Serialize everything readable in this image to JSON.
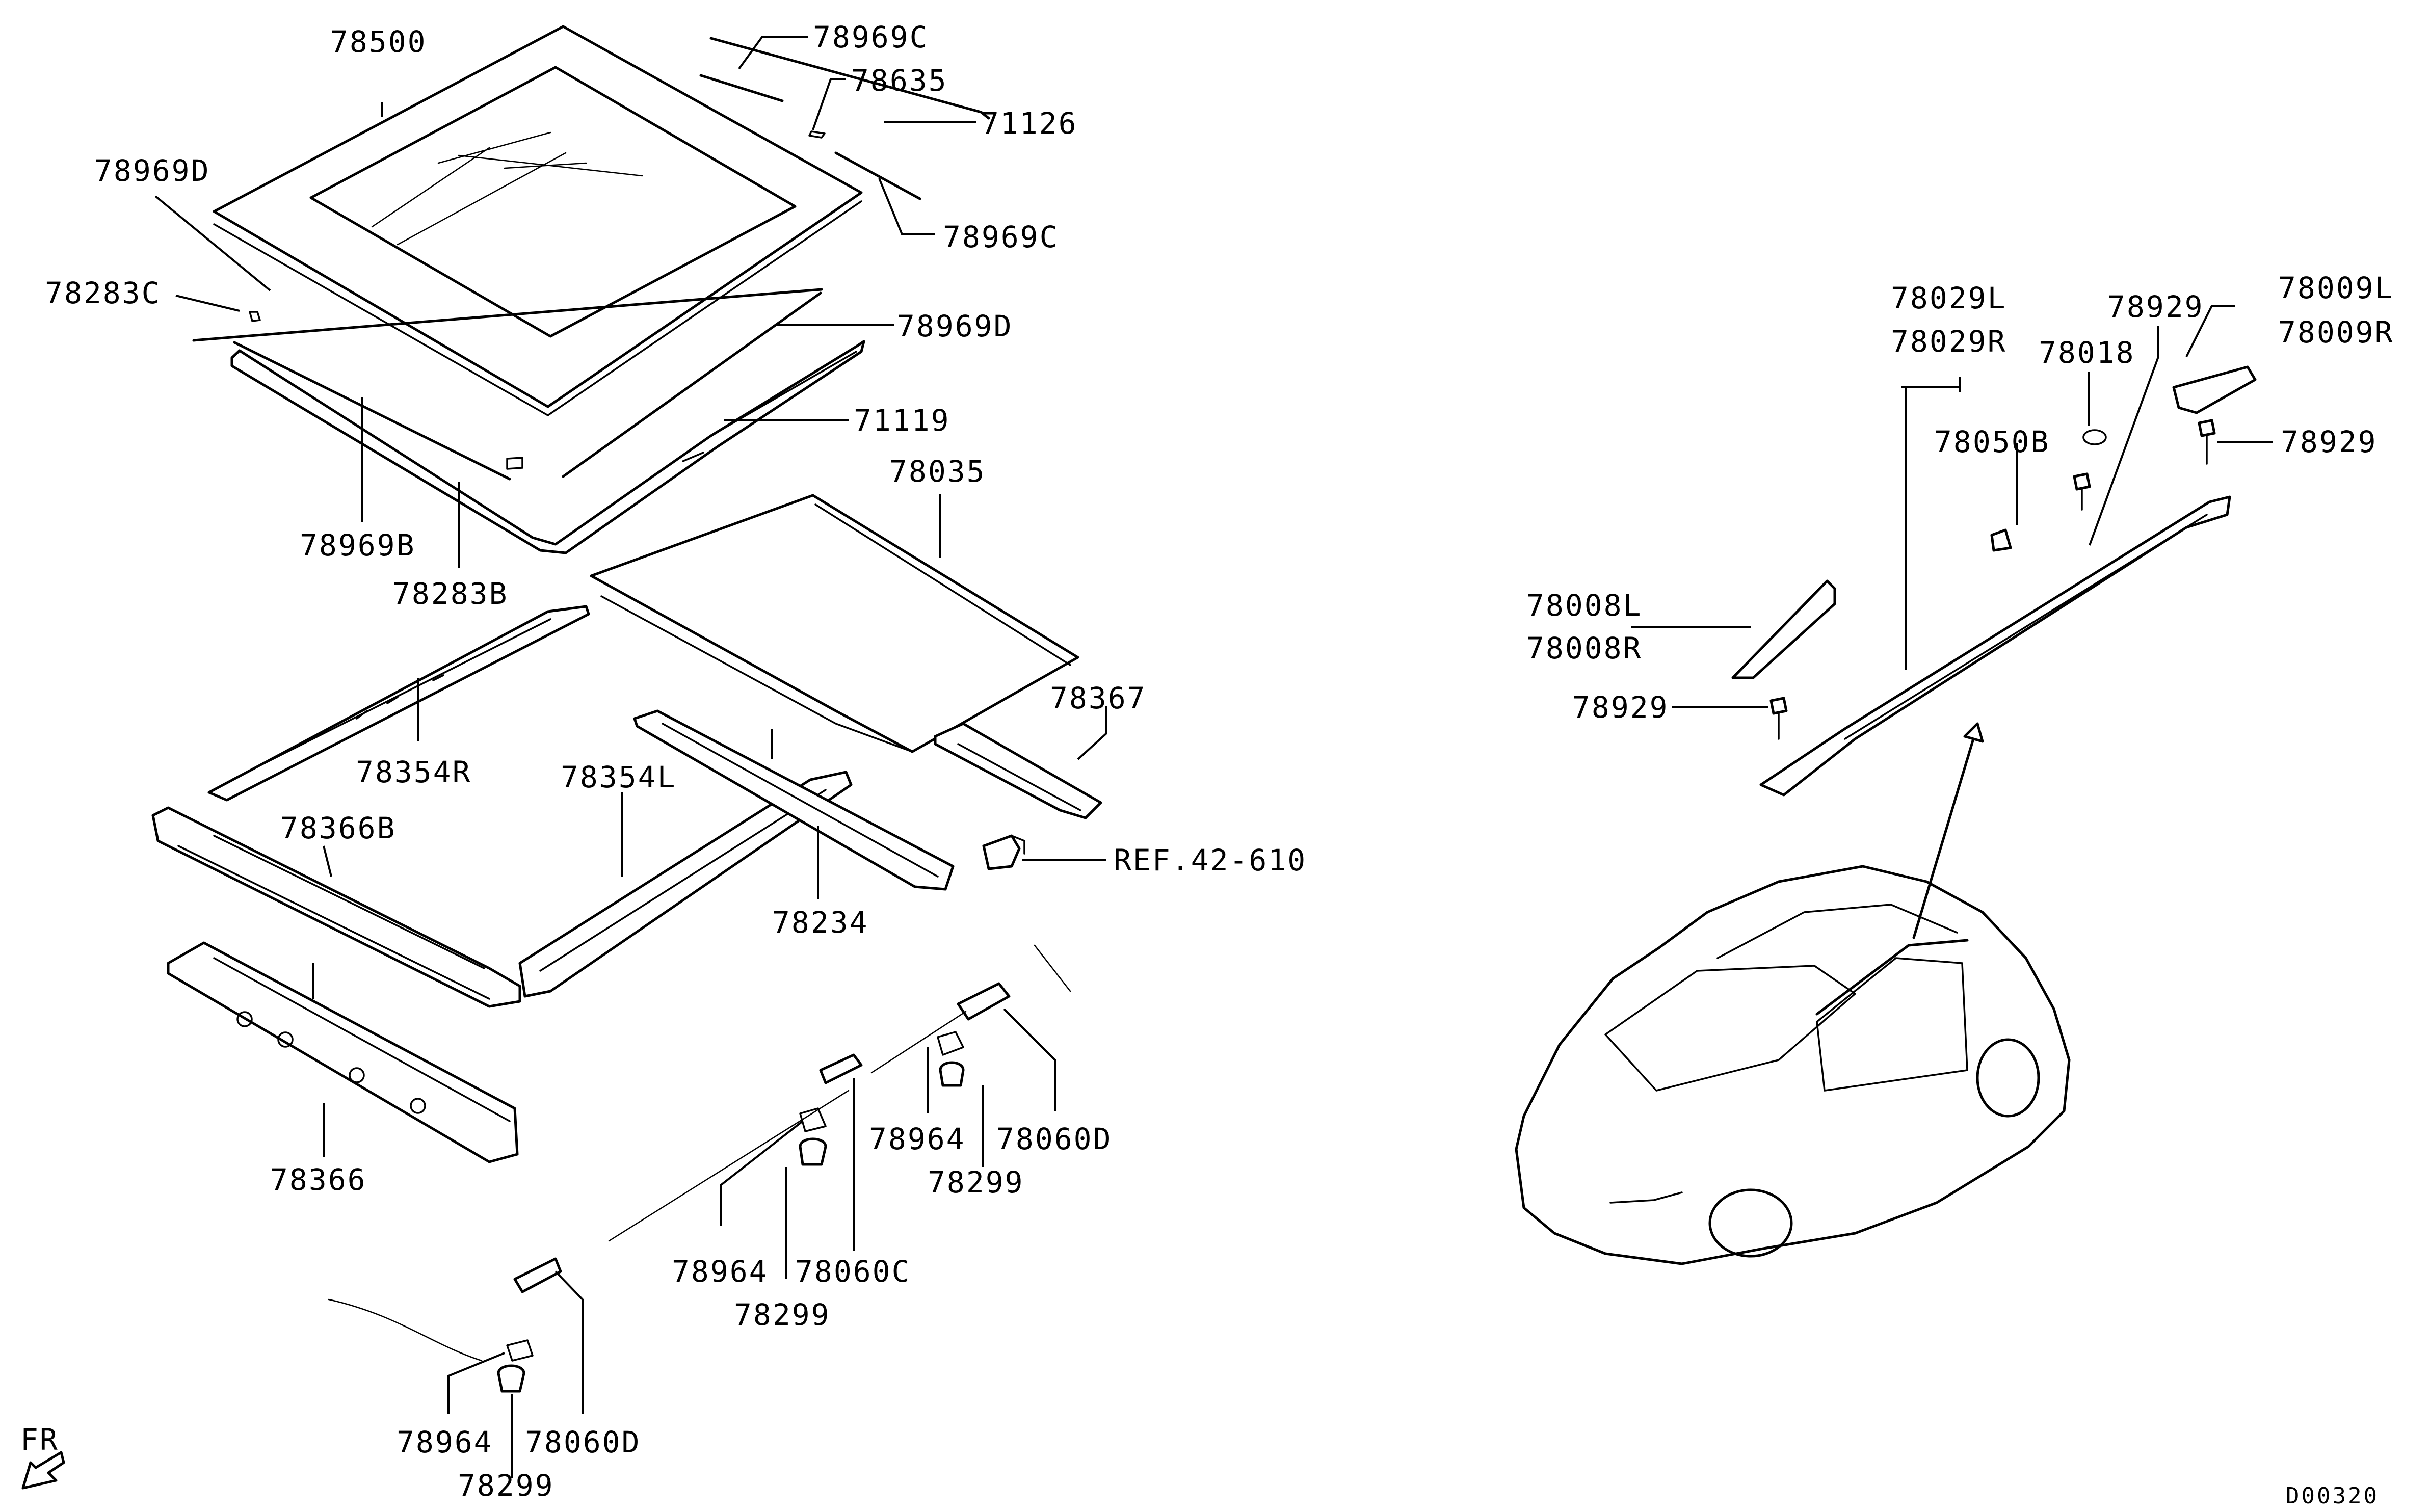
{
  "diagram": {
    "drawing_code": "D00320",
    "direction_label": "FR",
    "parts": {
      "p78500": "78500",
      "p78969C_top": "78969C",
      "p78635": "78635",
      "p71126": "71126",
      "p78969C_mid": "78969C",
      "p78969D_left": "78969D",
      "p78283C": "78283C",
      "p78969D_right": "78969D",
      "p71119": "71119",
      "p78969B": "78969B",
      "p78283B": "78283B",
      "p78035": "78035",
      "p78354R": "78354R",
      "p78367": "78367",
      "p78366B": "78366B",
      "p78354L": "78354L",
      "ref42610": "REF.42-610",
      "p78234": "78234",
      "p78366": "78366",
      "p78964_a": "78964",
      "p78060D_a": "78060D",
      "p78299_a": "78299",
      "p78964_b": "78964",
      "p78060C": "78060C",
      "p78299_b": "78299",
      "p78964_c": "78964",
      "p78060D_b": "78060D",
      "p78299_c": "78299",
      "p78029L": "78029L",
      "p78029R": "78029R",
      "p78929_top": "78929",
      "p78018": "78018",
      "p78009L": "78009L",
      "p78009R": "78009R",
      "p78050B": "78050B",
      "p78929_right": "78929",
      "p78008L": "78008L",
      "p78008R": "78008R",
      "p78929_left": "78929"
    }
  }
}
